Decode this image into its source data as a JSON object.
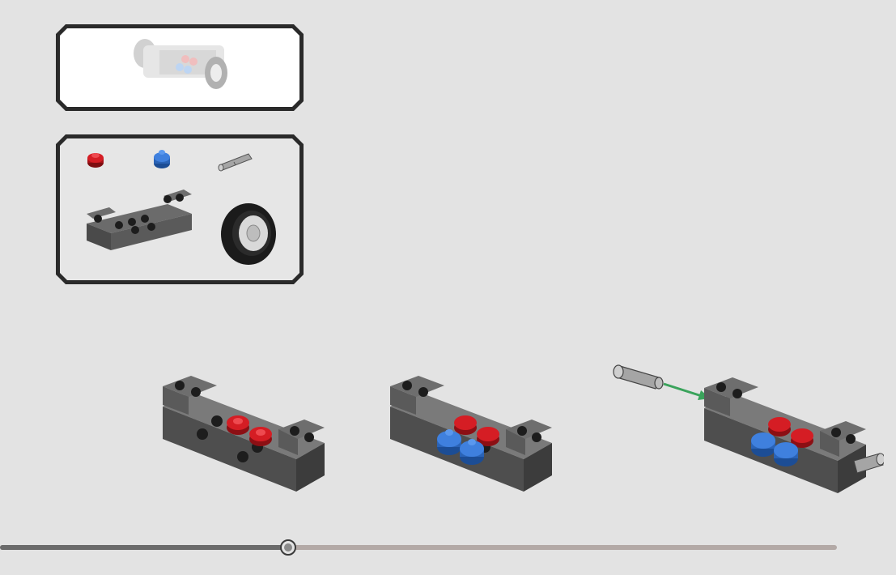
{
  "instruction_page": {
    "preview_panel": {
      "icon": "finished-axle-assembly-preview"
    },
    "parts_panel": {
      "parts": [
        {
          "name": "red-round-plate",
          "color": "#c0161c"
        },
        {
          "name": "blue-round-plate",
          "color": "#2f6fc9"
        },
        {
          "name": "grey-axle-pin",
          "color": "#b9b9b9"
        },
        {
          "name": "dark-grey-bracket-brick",
          "color": "#5a5a5a"
        },
        {
          "name": "wheel-with-tyre",
          "color": "#1b1b1b"
        }
      ]
    },
    "steps": [
      {
        "name": "step-1-add-red-plates"
      },
      {
        "name": "step-2-add-blue-plates"
      },
      {
        "name": "step-3-insert-axle-pin"
      }
    ],
    "arrow_color": "#3aa35b",
    "progress": {
      "fraction": 0.344,
      "fill_color": "#6b6b6b",
      "track_color": "#b3a9a6"
    }
  }
}
